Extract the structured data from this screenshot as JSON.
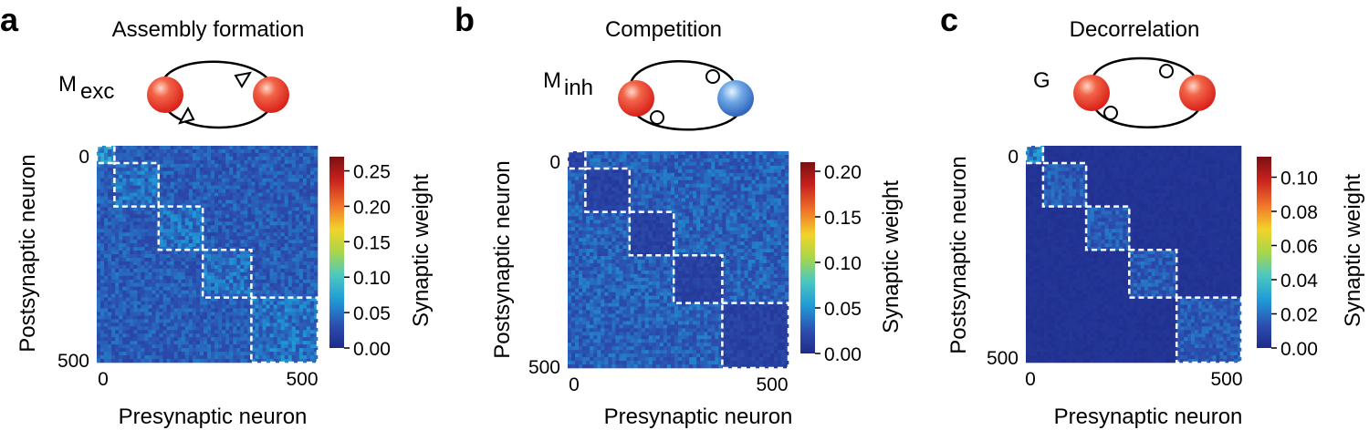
{
  "panels": [
    {
      "letter": "a",
      "title": "Assembly formation",
      "motif_label_main": "M",
      "motif_label_sub": "exc",
      "synapse": "triangle",
      "neurons": [
        "exc",
        "exc"
      ],
      "colorbar_ticks": [
        "0.25",
        "0.20",
        "0.15",
        "0.10",
        "0.05",
        "0.00"
      ],
      "colorbar_max": 0.27,
      "colorbar_label": "Synaptic weight",
      "x_ticks": [
        "0",
        "500"
      ],
      "y_ticks": [
        "0",
        "500"
      ],
      "xlabel": "Presynaptic neuron",
      "ylabel": "Postsynaptic neuron",
      "matrix": {
        "size": 500,
        "blocks": [
          0,
          40,
          140,
          240,
          350,
          500
        ],
        "background_level": 0.35,
        "block_level": 0.45,
        "first_block_level": 0.6
      }
    },
    {
      "letter": "b",
      "title": "Competition",
      "motif_label_main": "M",
      "motif_label_sub": "inh",
      "synapse": "circle",
      "neurons": [
        "exc",
        "inh"
      ],
      "colorbar_ticks": [
        "0.20",
        "0.15",
        "0.10",
        "0.05",
        "0.00"
      ],
      "colorbar_max": 0.21,
      "colorbar_label": "Synaptic weight",
      "x_ticks": [
        "0",
        "500"
      ],
      "y_ticks": [
        "0",
        "500"
      ],
      "xlabel": "Presynaptic neuron",
      "ylabel": "Postsynaptic neuron",
      "matrix": {
        "size": 500,
        "blocks": [
          0,
          40,
          140,
          240,
          350,
          500
        ],
        "background_level": 0.38,
        "block_level": 0.2,
        "first_block_level": 0.2
      }
    },
    {
      "letter": "c",
      "title": "Decorrelation",
      "motif_label_main": "G",
      "motif_label_sub": "",
      "synapse": "circle",
      "neurons": [
        "exc",
        "exc"
      ],
      "colorbar_ticks": [
        "0.10",
        "0.08",
        "0.06",
        "0.04",
        "0.02",
        "0.00"
      ],
      "colorbar_max": 0.112,
      "colorbar_label": "Synaptic weight",
      "x_ticks": [
        "0",
        "500"
      ],
      "y_ticks": [
        "0",
        "500"
      ],
      "xlabel": "Presynaptic neuron",
      "ylabel": "Postsynaptic neuron",
      "matrix": {
        "size": 500,
        "blocks": [
          0,
          40,
          140,
          240,
          350,
          500
        ],
        "background_level": 0.08,
        "block_level": 0.35,
        "first_block_level": 0.55
      }
    }
  ],
  "colors": {
    "exc_neuron": "#e8332a",
    "inh_neuron": "#3f7fd0",
    "block_border": "#ffffff",
    "colormap": [
      "#1f2a8a",
      "#2c4fb0",
      "#1f9ad6",
      "#4cc8c0",
      "#a8d64a",
      "#f2d32a",
      "#f0722a",
      "#c8201e",
      "#7a0f12"
    ]
  }
}
